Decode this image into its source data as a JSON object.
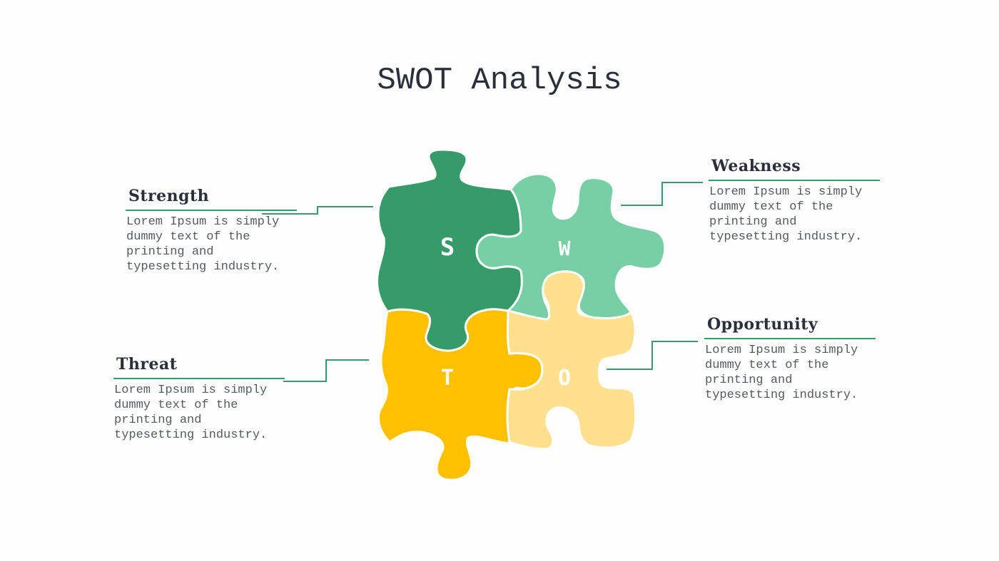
{
  "title": "SWOT Analysis",
  "colors": {
    "strength": "#379b69",
    "weakness": "#77d0a5",
    "threat": "#fdc100",
    "opportunity": "#ffe08e",
    "connector": "#3a9a6a",
    "heading": "#2b2f3a",
    "body": "#555a60"
  },
  "items": {
    "strength": {
      "heading": "Strength",
      "letter": "S",
      "body": "Lorem Ipsum is simply\ndummy text of the\nprinting and\ntypesetting industry."
    },
    "weakness": {
      "heading": "Weakness",
      "letter": "W",
      "body": "Lorem Ipsum is simply\ndummy text of the\nprinting and\ntypesetting industry."
    },
    "opportunity": {
      "heading": "Opportunity",
      "letter": "O",
      "body": "Lorem Ipsum is simply\ndummy text of the\nprinting and\ntypesetting industry."
    },
    "threat": {
      "heading": "Threat",
      "letter": "T",
      "body": "Lorem Ipsum is simply\ndummy text of the\nprinting and\ntypesetting industry."
    }
  }
}
